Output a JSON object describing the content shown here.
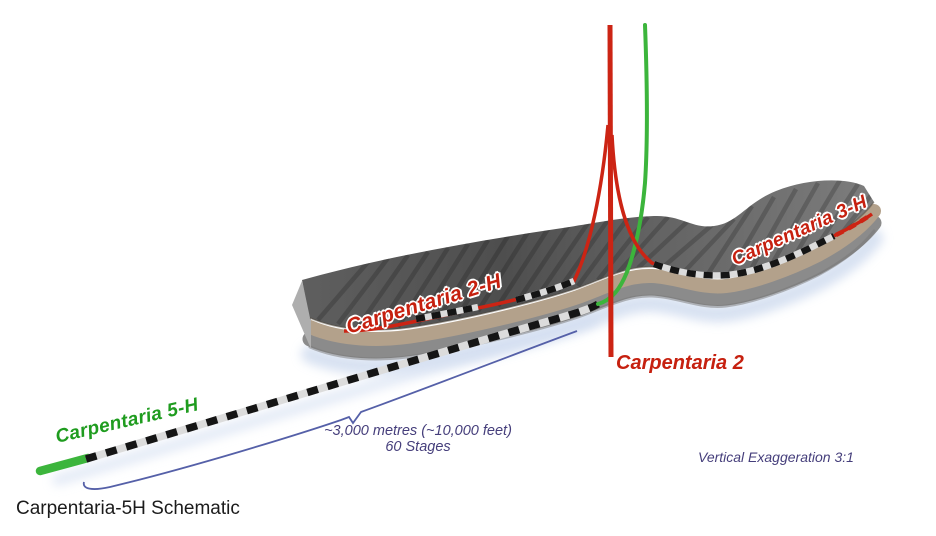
{
  "caption": "Carpentaria-5H Schematic",
  "labels": {
    "well_5h": "Carpentaria 5-H",
    "well_2h": "Carpentaria 2-H",
    "well_3h": "Carpentaria 3-H",
    "well_2": "Carpentaria 2"
  },
  "annotations": {
    "lateral_length": "~3,000 metres (~10,000 feet)",
    "stages": "60 Stages",
    "vertical_exaggeration": "Vertical Exaggeration 3:1"
  },
  "colors": {
    "well_red": "#cc2414",
    "well_green": "#3cb53c",
    "label_red": "#c6200f",
    "label_green": "#1f9c1f",
    "annotation_purple": "#453e7b",
    "caption_color": "#1b1b1b",
    "brace_blue": "#5560a8",
    "stage_black": "#151515",
    "stage_light": "#dcdcdc",
    "rock_tan": "#b3a18b",
    "rock_gray": "#8b8b8b",
    "shadow_blue": "#c7d5ec"
  }
}
